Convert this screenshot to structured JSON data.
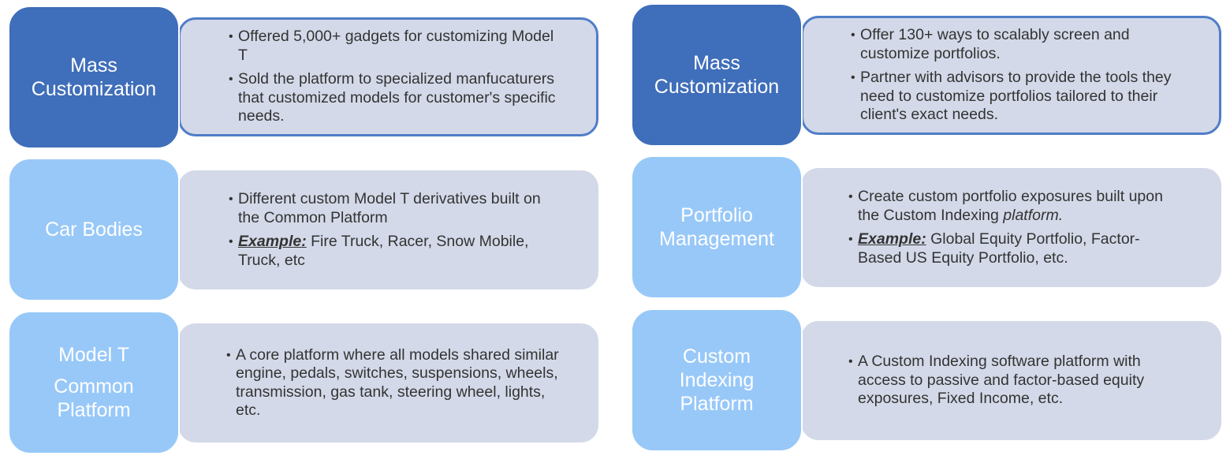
{
  "colors": {
    "label_dark": "#3f6eba",
    "label_light": "#98c8f8",
    "detail_bg": "#d3d9e8",
    "detail_outline": "#4f7dc8",
    "text": "#333333"
  },
  "left_column": [
    {
      "label": [
        "Mass",
        "Customization"
      ],
      "style": "dark",
      "bullets": [
        {
          "prefix": "",
          "text": "Offered 5,000+ gadgets for customizing Model T"
        },
        {
          "prefix": "",
          "text": "Sold the platform to specialized manfucaturers that customized models for customer's specific needs."
        }
      ]
    },
    {
      "label": [
        "Car Bodies"
      ],
      "style": "light",
      "bullets": [
        {
          "prefix": "",
          "text": "Different custom Model T derivatives built on the Common Platform"
        },
        {
          "prefix": "Example:",
          "text": " Fire Truck, Racer, Snow Mobile, Truck, etc"
        }
      ]
    },
    {
      "label": [
        "Model T",
        "Common",
        "Platform"
      ],
      "style": "light",
      "bullets": [
        {
          "prefix": "",
          "text": "A core platform where all models shared similar engine, pedals, switches, suspensions, wheels, transmission, gas tank, steering wheel, lights, etc."
        }
      ]
    }
  ],
  "right_column": [
    {
      "label": [
        "Mass",
        "Customization"
      ],
      "style": "dark",
      "bullets": [
        {
          "prefix": "",
          "text": "Offer 130+ ways to scalably screen and customize portfolios."
        },
        {
          "prefix": "",
          "text": "Partner with advisors to provide the tools they need to customize portfolios tailored to their client's exact needs."
        }
      ]
    },
    {
      "label": [
        "Portfolio",
        "Management"
      ],
      "style": "light",
      "bullets": [
        {
          "prefix": "",
          "text": "Create custom portfolio exposures built upon the Custom Indexing ",
          "suffix_italic": "platform."
        },
        {
          "prefix": "Example:",
          "text": " Global Equity Portfolio, Factor-Based US Equity Portfolio, etc."
        }
      ]
    },
    {
      "label": [
        "Custom",
        "Indexing",
        "Platform"
      ],
      "style": "light",
      "bullets": [
        {
          "prefix": "",
          "text": "A Custom Indexing software platform with access to passive and factor-based equity exposures, Fixed Income, etc."
        }
      ]
    }
  ]
}
